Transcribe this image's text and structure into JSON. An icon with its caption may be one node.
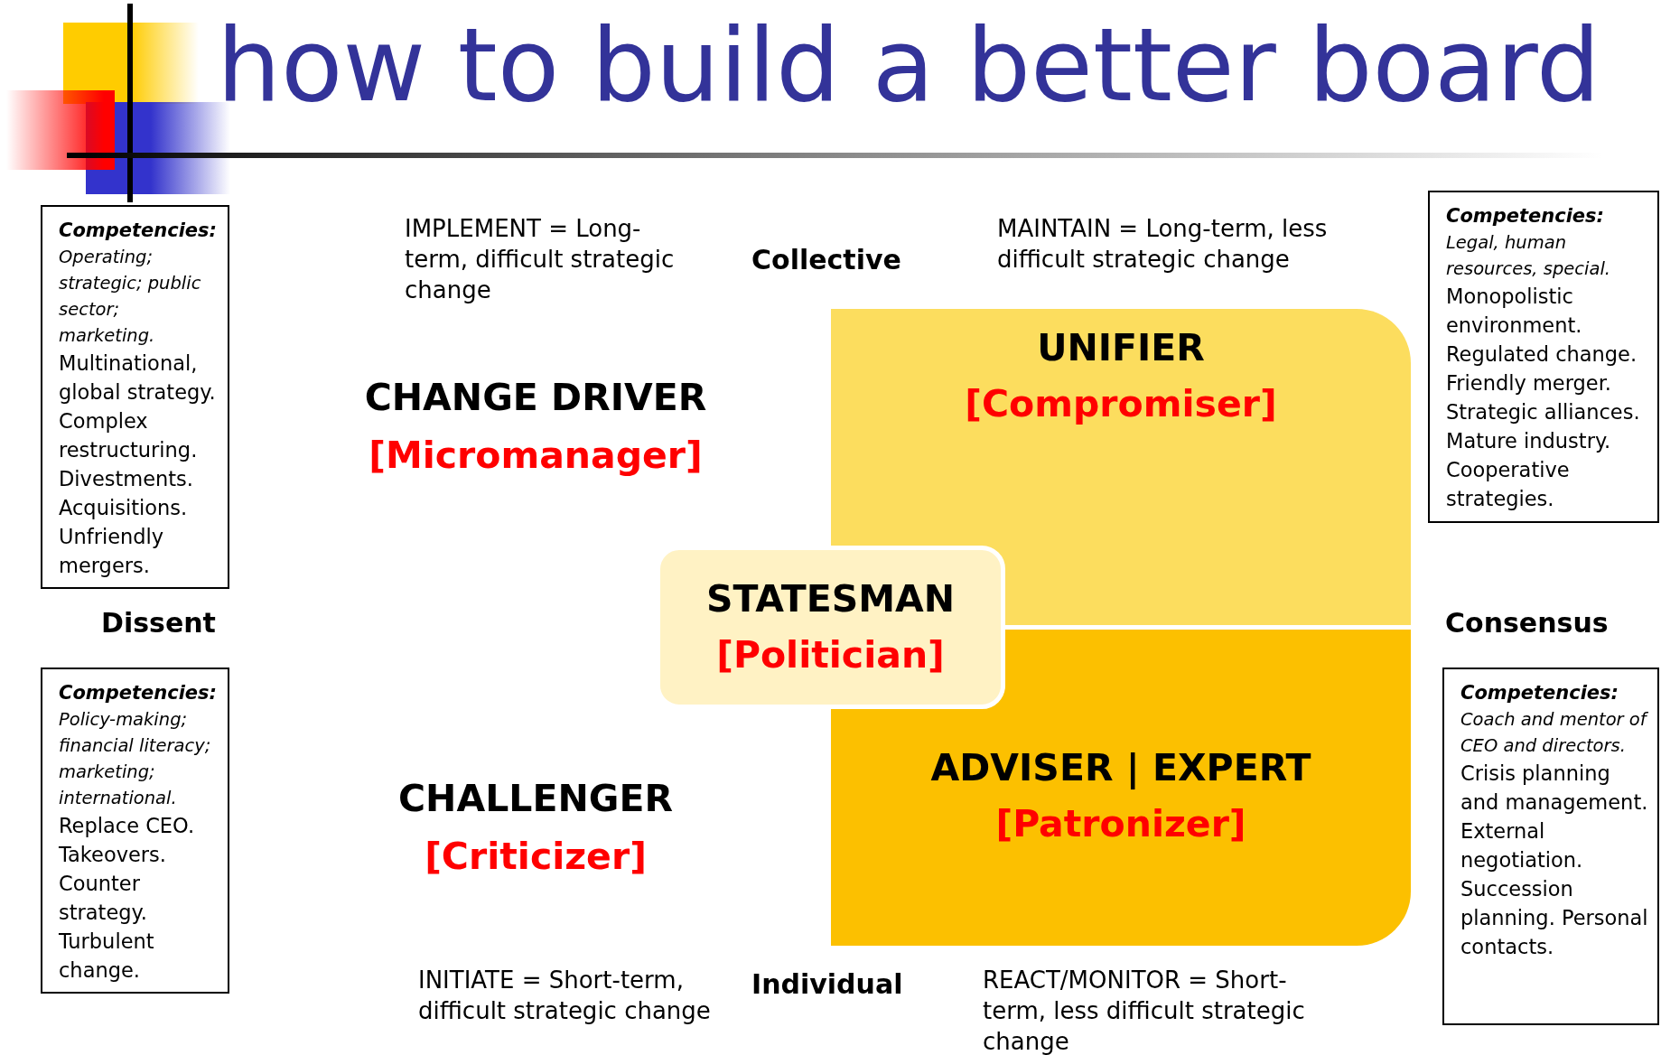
{
  "diagram": {
    "title": "how to build a better board",
    "nodes": [
      {
        "text": [
          "Competencies:",
          "Operating; strategic; public sector; marketing.",
          "Multinational, global strategy. Complex restructuring. Divestments. Acquisitions. Unfriendly mergers."
        ]
      },
      {
        "text": [
          "Competencies:",
          "Legal, human resources, special.",
          "Monopolistic environment. Regulated change. Friendly merger. Strategic alliances. Mature industry. Cooperative strategies."
        ]
      },
      {
        "text": [
          "UNIFIER",
          "[Compromiser]"
        ]
      },
      {
        "text": [
          "STATESMAN",
          "[Politician]"
        ]
      },
      {
        "text": [
          "Competencies:",
          "Policy-making; financial literacy; marketing; international.",
          "Replace CEO. Takeovers. Counter strategy. Turbulent change."
        ]
      },
      {
        "text": [
          "ADVISER | EXPERT",
          "[Patronizer]"
        ]
      },
      {
        "text": [
          "Competencies:",
          "Coach and mentor of CEO and directors.",
          "Crisis planning and management. External negotiation. Succession planning. Personal contacts."
        ]
      }
    ],
    "labels": [
      "IMPLEMENT = Long-term, difficult strategic change",
      "Collective",
      "MAINTAIN = Long-term, less difficult strategic change",
      "CHANGE DRIVER",
      "[Micromanager]",
      "Dissent",
      "Consensus",
      "CHALLENGER",
      "[Criticizer]",
      "INITIATE = Short-term, difficult strategic change",
      "Individual",
      "REACT/MONITOR = Short-term, less difficult strategic change"
    ]
  }
}
